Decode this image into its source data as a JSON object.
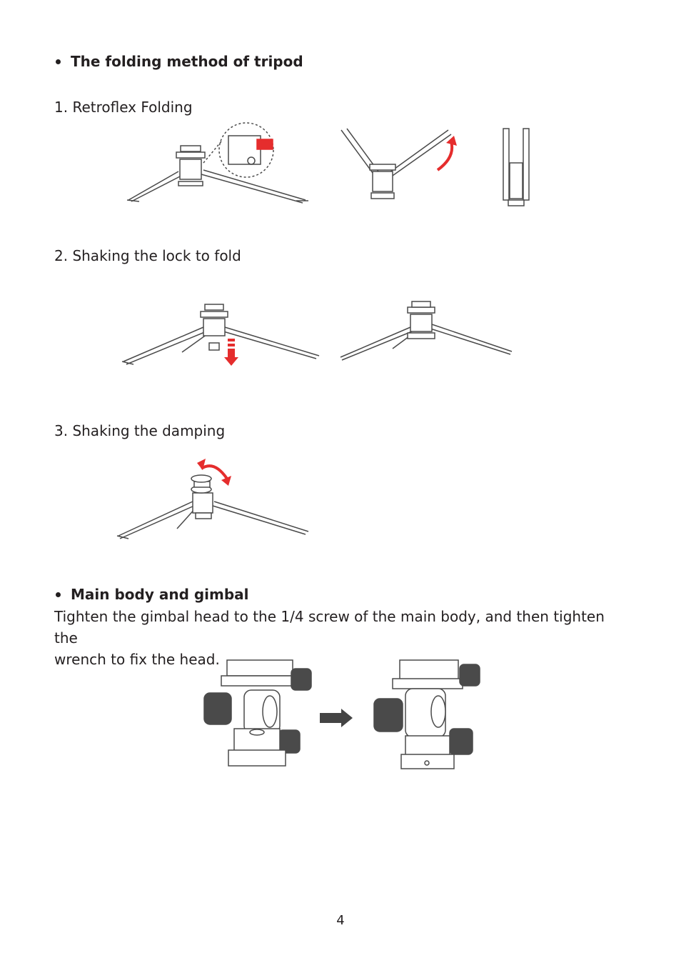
{
  "section1": {
    "heading": "The folding method of tripod"
  },
  "steps": [
    {
      "label": "1. Retroflex Folding"
    },
    {
      "label": "2. Shaking the lock to fold"
    },
    {
      "label": "3. Shaking the damping"
    }
  ],
  "section2": {
    "heading": "Main body and gimbal",
    "line1": "Tighten the gimbal head to the 1/4 screw of the main body, and then tighten the",
    "line2": "wrench to fix the head."
  },
  "page_number": "4",
  "colors": {
    "text": "#231f20",
    "accent": "#e52d2d",
    "arrow": "#444444",
    "line": "#4a4a4a"
  }
}
